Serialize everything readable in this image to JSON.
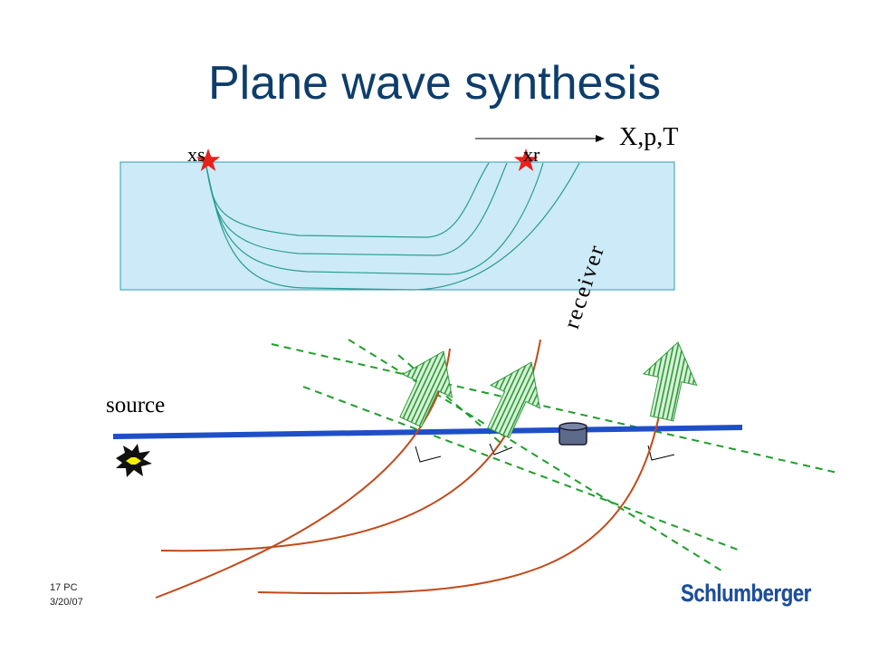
{
  "slide": {
    "title": "Plane wave synthesis",
    "axis_note": "X,p,T",
    "source_marker_label": "xs",
    "receiver_marker_label": "xr",
    "source_label": "source",
    "receiver_label": "receiver",
    "footer_line1": "17 PC",
    "footer_line2": "3/20/07",
    "logo_text": "Schlumberger"
  },
  "colors": {
    "title": "#0d3d6b",
    "panel_fill": "#cdeaf8",
    "ray_paths": "#2a9d8f",
    "star": "#e8211b",
    "surface_line": "#1f4fc8",
    "wavefronts": "#1f9e2a",
    "raypaths_lower": "#c04a1a",
    "arrow_fill": "#c9ecc9",
    "receiver": "#5e6a8c",
    "logo": "#1d4f9a"
  },
  "icons": [
    "star-icon",
    "explosion-icon",
    "receiver-icon",
    "arrow-right-icon"
  ]
}
